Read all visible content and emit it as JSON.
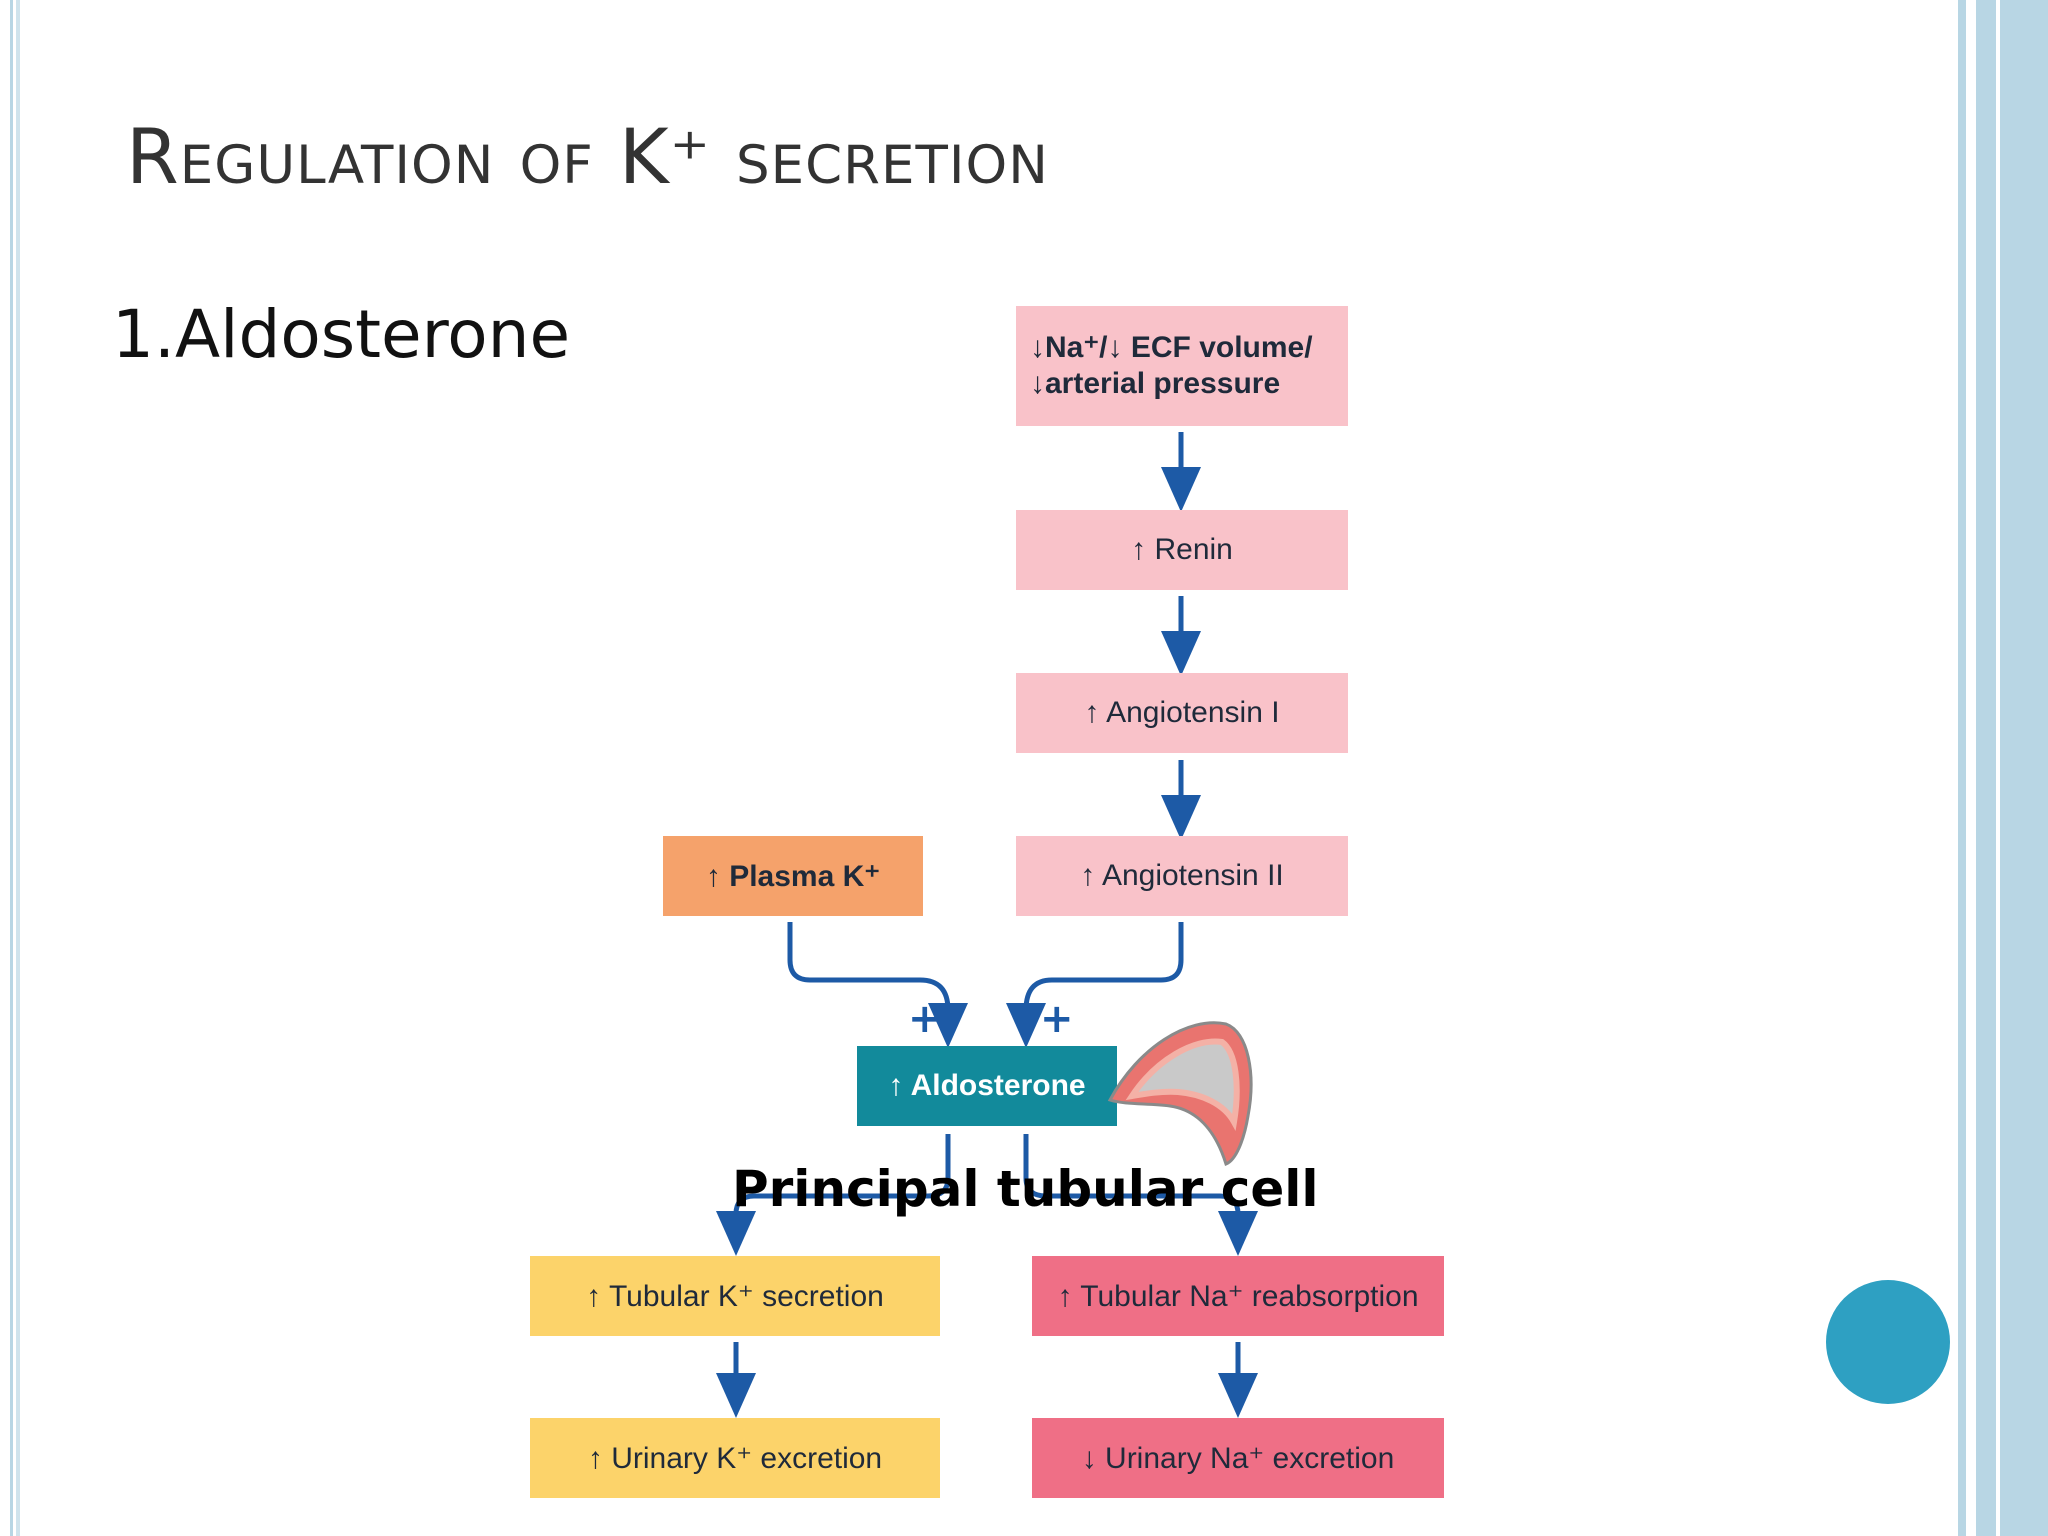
{
  "slide": {
    "title": "Regulation of K⁺ secretion",
    "subtitle": "1.Aldosterone",
    "cell_label": "Principal tubular cell"
  },
  "diagram": {
    "box_na_line1": "↓Na⁺/↓ ECF volume/",
    "box_na_line2": "↓arterial pressure",
    "box_renin": "↑ Renin",
    "box_ang1": "↑ Angiotensin I",
    "box_ang2": "↑ Angiotensin II",
    "box_plasma_k": "↑ Plasma K⁺",
    "box_aldosterone": "↑ Aldosterone",
    "box_tubular_k": "↑ Tubular K⁺ secretion",
    "box_tubular_na": "↑ Tubular Na⁺ reabsorption",
    "box_urinary_k": "↑ Urinary K⁺ excretion",
    "box_urinary_na": "↓ Urinary Na⁺ excretion",
    "plus_left": "+",
    "plus_right": "+"
  },
  "colors": {
    "arrow": "#1d5aa6",
    "pink_box": "#f9c2c9",
    "orange_box": "#f5a26b",
    "teal_box": "#128a9b",
    "yellow_box": "#fcd36a",
    "rose_box": "#ef6f86",
    "accent_circle": "#2ea0c2",
    "frame_stripe": "#b8d6e4"
  },
  "icons": {
    "adrenal": "adrenal-gland-icon",
    "circle": "decorative-circle"
  }
}
